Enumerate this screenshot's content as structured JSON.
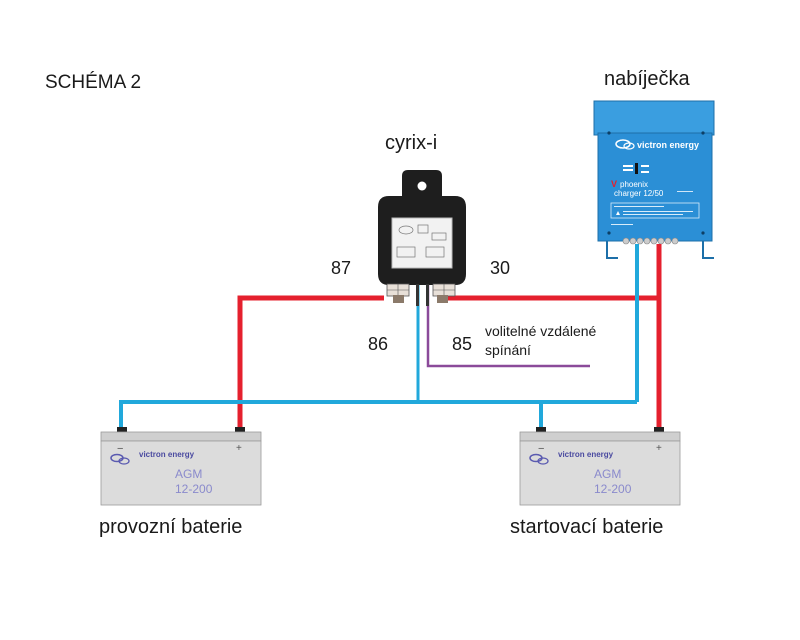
{
  "title": "SCHÉMA 2",
  "charger": {
    "label": "nabíječka",
    "brand": "victron energy",
    "model_line1": "phoenix",
    "model_line2": "charger 12/50"
  },
  "relay": {
    "label": "cyrix-i",
    "terminals": {
      "t87": "87",
      "t30": "30",
      "t86": "86",
      "t85": "85"
    },
    "remote_note": "volitelné vzdálené spínání"
  },
  "batteries": [
    {
      "label": "provozní baterie",
      "brand": "victron energy",
      "type": "AGM",
      "rating": "12-200",
      "minus": "−",
      "plus": "+"
    },
    {
      "label": "startovací baterie",
      "brand": "victron energy",
      "type": "AGM",
      "rating": "12-200",
      "minus": "−",
      "plus": "+"
    }
  ],
  "colors": {
    "positive_wire": "#e5202e",
    "negative_wire": "#21a8db",
    "control_wire": "#8b4a9a",
    "charger_body": "#2b8fd6",
    "relay_body": "#1e1e1e",
    "battery_body": "#d9d9d9"
  }
}
